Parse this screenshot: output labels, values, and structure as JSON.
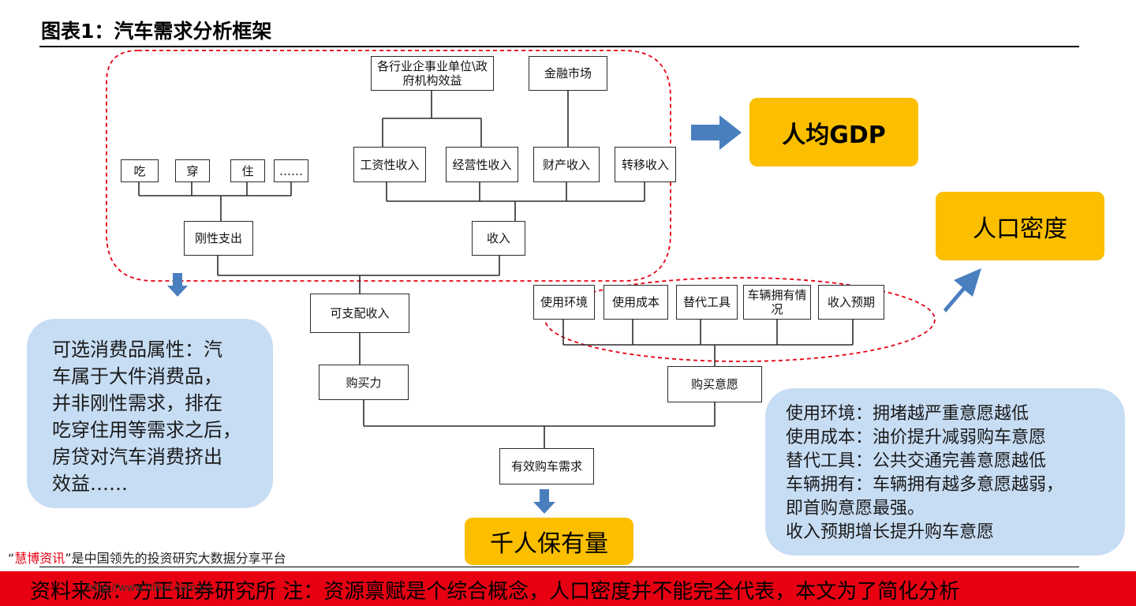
{
  "figure_title": "图表1：汽车需求分析框架",
  "boxes": {
    "enterprise": "各行业企事业单位\\政府机构效益",
    "finance": "金融市场",
    "eat": "吃",
    "wear": "穿",
    "live": "住",
    "etc": "……",
    "wage": "工资性收入",
    "business": "经营性收入",
    "property": "财产收入",
    "transfer": "转移收入",
    "rigid": "刚性支出",
    "income": "收入",
    "disposable": "可支配收入",
    "env": "使用环境",
    "cost": "使用成本",
    "substitute": "替代工具",
    "ownership": "车辆拥有情况",
    "expect": "收入预期",
    "power": "购买力",
    "intent": "购买意愿",
    "demand": "有效购车需求"
  },
  "highlights": {
    "gdp": "人均GDP",
    "density": "人口密度",
    "per_thousand": "千人保有量"
  },
  "notes": {
    "left": [
      "可选消费品属性：汽",
      "车属于大件消费品，",
      "并非刚性需求，排在",
      "吃穿住用等需求之后，",
      "房贷对汽车消费挤出",
      "效益……"
    ],
    "right": [
      "使用环境：拥堵越严重意愿越低",
      "使用成本：油价提升减弱购车意愿",
      "替代工具：公共交通完善意愿越低",
      "车辆拥有：车辆拥有越多意愿越弱，",
      "即首购意愿最强。",
      "收入预期增长提升购车意愿"
    ]
  },
  "footer": {
    "source": "资料来源：方正证券研究所  注：资源禀赋是个综合概念，人口密度并不能完全代表，本文为了简化分析",
    "slogan_brand": "慧博资讯",
    "slogan_open_quote": "“",
    "slogan_close_quote": "”",
    "slogan_rest": "是中国领先的投资研究大数据分享平台",
    "url": "http://www.hibor.com.cn"
  },
  "colors": {
    "highlight": "#fbbf00",
    "note_bg": "#c7ddf4",
    "arrow": "#4a7fbf",
    "dashed": "#e60012",
    "footer_bar": "#e60012"
  }
}
